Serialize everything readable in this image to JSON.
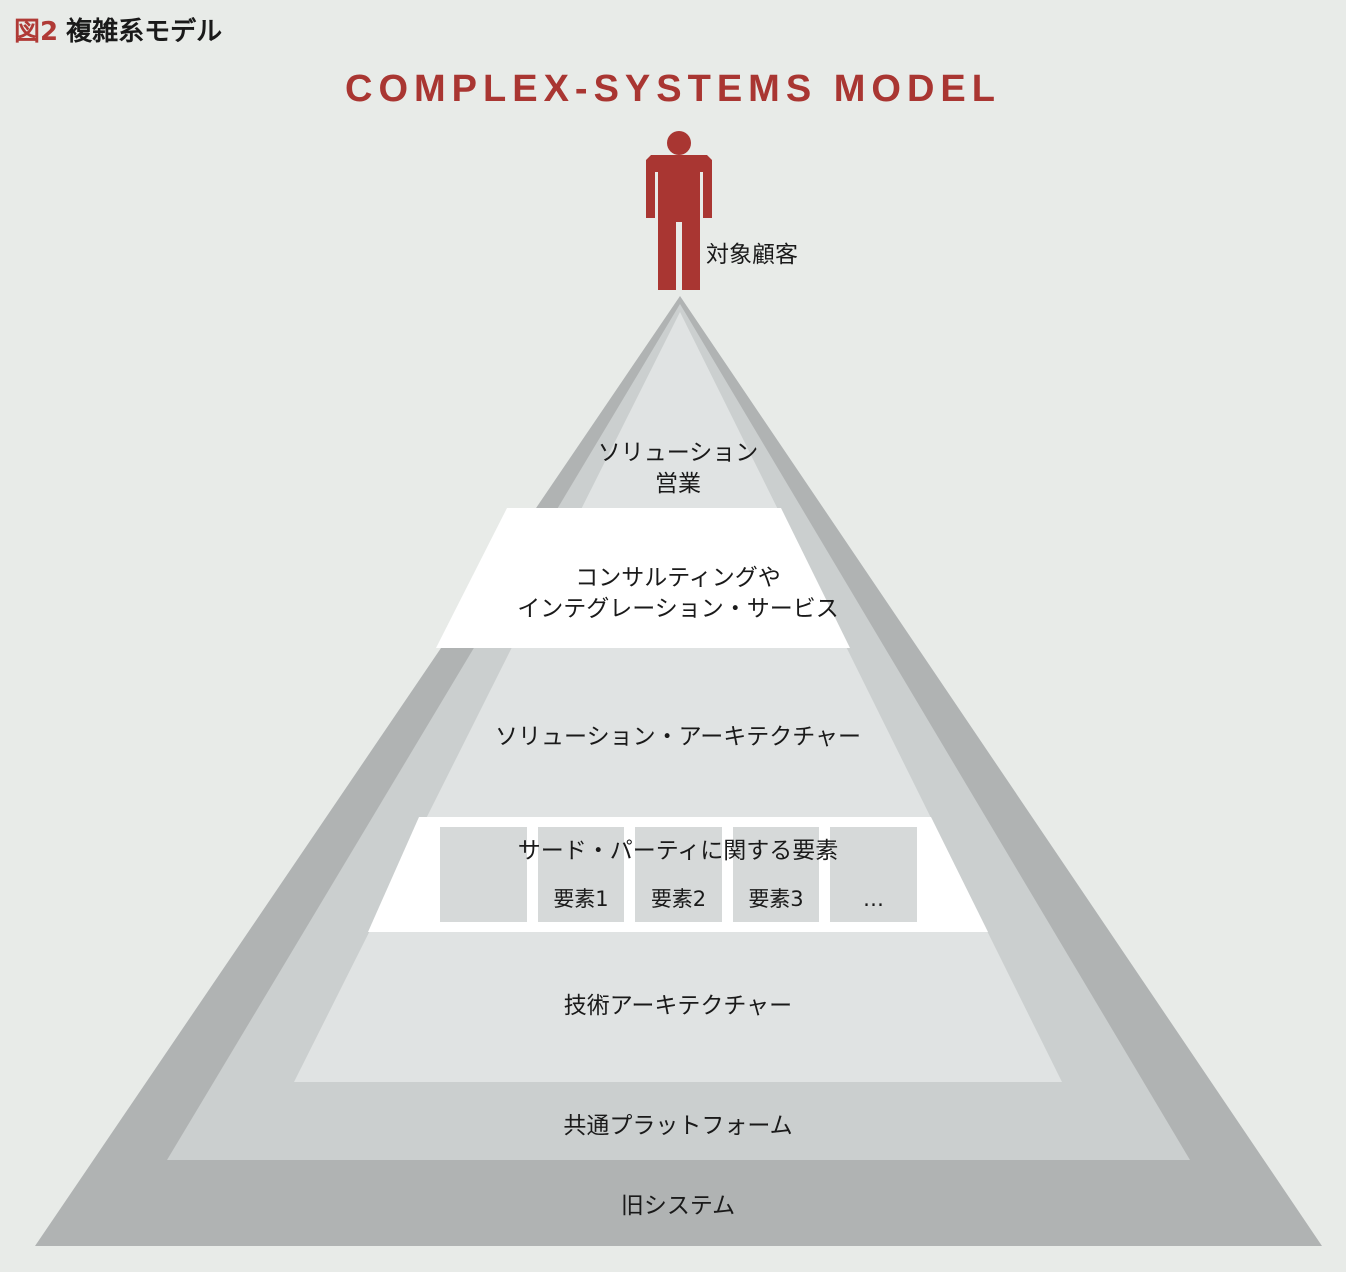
{
  "figure": {
    "number_prefix": "図",
    "number": "2",
    "title": "複雑系モデル"
  },
  "english_title": "COMPLEX-SYSTEMS MODEL",
  "person": {
    "icon": "person-icon",
    "label": "対象顧客",
    "color": "#a93632"
  },
  "layers": {
    "sales": [
      "ソリューション",
      "営業"
    ],
    "consulting": [
      "コンサルティングや",
      "インテグレーション・サービス"
    ],
    "solution_architecture": "ソリューション・アーキテクチャー",
    "third_party": {
      "title": "サード・パーティに関する要素",
      "elements": [
        "要素1",
        "要素2",
        "要素3",
        "…"
      ]
    },
    "tech_architecture": "技術アーキテクチャー",
    "common_platform": "共通プラットフォーム",
    "legacy": "旧システム"
  },
  "colors": {
    "background": "#e8ebe8",
    "outer": "#b0b3b3",
    "middle": "#cbcfcf",
    "inner": "#e0e3e3",
    "white_band": "#ffffff",
    "element_box": "#d6d9d9",
    "accent": "#a93632"
  }
}
